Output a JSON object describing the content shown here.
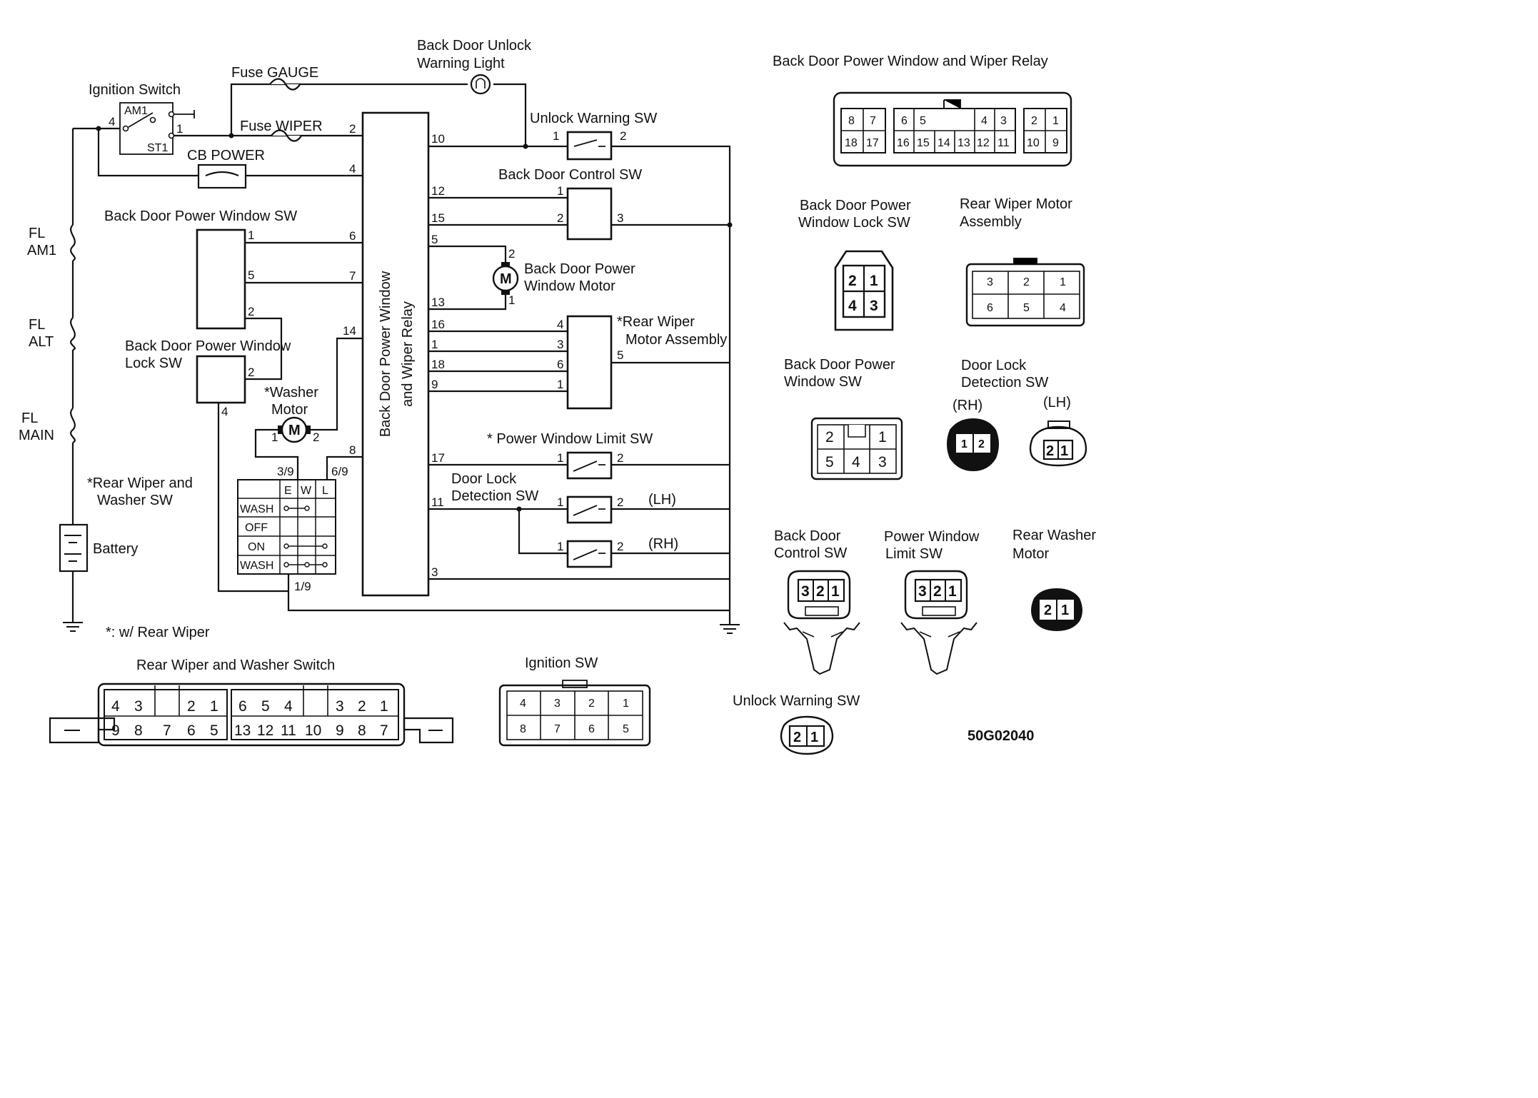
{
  "labels": {
    "back_door_unlock_warning_light": [
      "Back Door Unlock",
      "Warning Light"
    ],
    "fuse_gauge": "Fuse GAUGE",
    "ignition_switch": "Ignition Switch",
    "am1": "AM1",
    "st1": "ST1",
    "fuse_wiper": "Fuse WIPER",
    "cb_power": "CB POWER",
    "unlock_warning_sw": "Unlock Warning SW",
    "back_door_control_sw": "Back Door Control SW",
    "back_door_power_window_sw": "Back Door Power Window SW",
    "back_door_power_window_motor": [
      "Back Door Power",
      "Window Motor"
    ],
    "fl_am1": [
      "FL",
      "AM1"
    ],
    "fl_alt": [
      "FL",
      "ALT"
    ],
    "fl_main": [
      "FL",
      "MAIN"
    ],
    "lock_sw": [
      "Back Door Power Window",
      "Lock SW"
    ],
    "washer_motor": [
      "*Washer",
      "Motor"
    ],
    "rear_wiper_motor_assembly": [
      "*Rear Wiper",
      "Motor Assembly"
    ],
    "relay_vertical": [
      "Back Door Power Window",
      "and Wiper Relay"
    ],
    "power_window_limit_sw": "* Power Window Limit SW",
    "door_lock_detection_sw": [
      "Door Lock",
      "Detection SW"
    ],
    "lh": "(LH)",
    "rh": "(RH)",
    "rear_wiper_washer_sw": [
      "*Rear Wiper and",
      "Washer SW"
    ],
    "battery": "Battery",
    "footnote": "*: w/ Rear Wiper",
    "motor_symbol": "M",
    "pin_3_9": "3/9",
    "pin_6_9": "6/9",
    "pin_1_9": "1/9"
  },
  "switch_table": {
    "headers": [
      "E",
      "W",
      "L"
    ],
    "rows": [
      "WASH",
      "OFF",
      "ON",
      "WASH"
    ]
  },
  "relay_pins_left": [
    "2",
    "4",
    "6",
    "7",
    "14",
    "8"
  ],
  "relay_pins_right": [
    "10",
    "12",
    "15",
    "5",
    "13",
    "16",
    "1",
    "18",
    "9",
    "17",
    "11",
    "3"
  ],
  "device_pins": {
    "unlock_sw": [
      "1",
      "2"
    ],
    "control_sw": [
      "1",
      "2",
      "3"
    ],
    "window_sw": [
      "1",
      "5",
      "2"
    ],
    "lock_sw": [
      "2",
      "4"
    ],
    "motor": [
      "2",
      "1"
    ],
    "washer": [
      "1",
      "2"
    ],
    "wiper_assy": [
      "4",
      "3",
      "6",
      "1",
      "5"
    ],
    "limit_sw": [
      "1",
      "2"
    ],
    "door_lh": [
      "1",
      "2"
    ],
    "door_rh": [
      "1",
      "2"
    ],
    "ign": [
      "4",
      "1"
    ]
  },
  "connectors": {
    "relay": {
      "title": "Back Door Power Window and Wiper Relay",
      "top": [
        "8",
        "7",
        "6",
        "5",
        "4",
        "3",
        "2",
        "1"
      ],
      "bottom": [
        "18",
        "17",
        "16",
        "15",
        "14",
        "13",
        "12",
        "11",
        "10",
        "9"
      ]
    },
    "lock_sw": {
      "title": [
        "Back Door Power",
        "Window Lock SW"
      ],
      "pins": [
        "2",
        "1",
        "4",
        "3"
      ]
    },
    "wiper_motor": {
      "title": [
        "Rear Wiper Motor",
        "Assembly"
      ],
      "pins": [
        "3",
        "2",
        "1",
        "6",
        "5",
        "4"
      ]
    },
    "window_sw": {
      "title": [
        "Back Door Power",
        "Window SW"
      ],
      "pins": [
        "2",
        "1",
        "5",
        "4",
        "3"
      ]
    },
    "door_lock": {
      "title": [
        "Door Lock",
        "Detection SW"
      ],
      "rh": "(RH)",
      "lh": "(LH)",
      "rh_pins": [
        "1",
        "2"
      ],
      "lh_pins": [
        "2",
        "1"
      ]
    },
    "control_sw": {
      "title": [
        "Back Door",
        "Control SW"
      ],
      "pins": [
        "3",
        "2",
        "1"
      ]
    },
    "limit_sw": {
      "title": [
        "Power Window",
        "Limit SW"
      ],
      "pins": [
        "3",
        "2",
        "1"
      ]
    },
    "washer_motor": {
      "title": [
        "Rear Washer",
        "Motor"
      ],
      "pins": [
        "2",
        "1"
      ]
    },
    "unlock_sw": {
      "title": "Unlock Warning SW",
      "pins": [
        "2",
        "1"
      ]
    },
    "washer_switch": {
      "title": "Rear Wiper and Washer Switch",
      "top": [
        "4",
        "3",
        "2",
        "1",
        "6",
        "5",
        "4",
        "3",
        "2",
        "1"
      ],
      "bottom": [
        "9",
        "8",
        "7",
        "6",
        "5",
        "13",
        "12",
        "11",
        "10",
        "9",
        "8",
        "7"
      ]
    },
    "ignition": {
      "title": "Ignition SW",
      "top": [
        "4",
        "3",
        "2",
        "1"
      ],
      "bottom": [
        "8",
        "7",
        "6",
        "5"
      ]
    }
  },
  "diagram_code": "50G02040"
}
